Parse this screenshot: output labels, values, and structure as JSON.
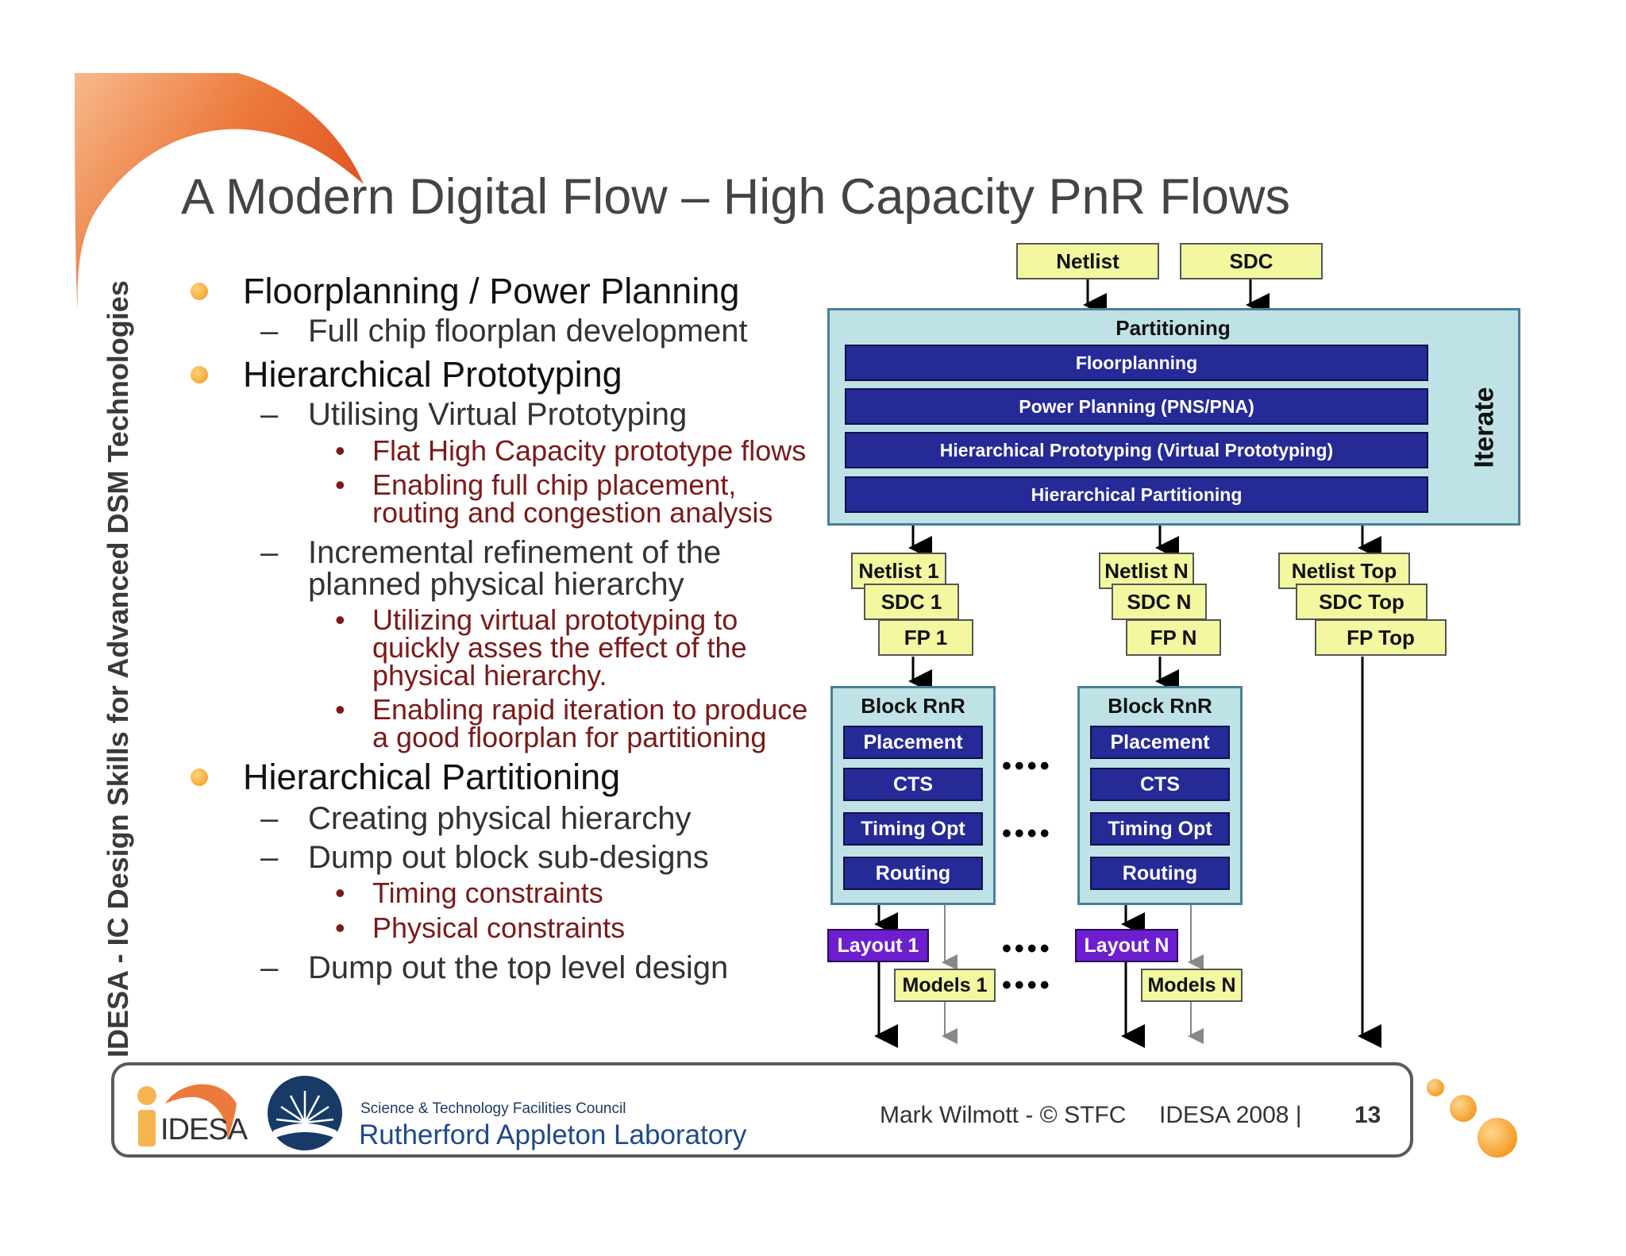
{
  "title": "A Modern Digital Flow – High Capacity PnR Flows",
  "side_banner": "IDESA - IC Design Skills for Advanced DSM Technologies",
  "outline": {
    "level1_marker": "●",
    "level2_marker": "–",
    "level3_marker": "•",
    "items": [
      {
        "level": 1,
        "lines": [
          "Floorplanning / Power Planning"
        ]
      },
      {
        "level": 2,
        "lines": [
          "Full chip floorplan development"
        ]
      },
      {
        "level": 1,
        "lines": [
          "Hierarchical Prototyping"
        ]
      },
      {
        "level": 2,
        "lines": [
          "Utilising Virtual Prototyping"
        ]
      },
      {
        "level": 3,
        "lines": [
          "Flat High Capacity prototype flows"
        ]
      },
      {
        "level": 3,
        "lines": [
          "Enabling full chip placement,",
          "routing and congestion analysis"
        ]
      },
      {
        "level": 2,
        "lines": [
          "Incremental refinement of the",
          "planned physical hierarchy"
        ]
      },
      {
        "level": 3,
        "lines": [
          "Utilizing virtual prototyping to",
          "quickly asses the effect of the",
          "physical hierarchy."
        ]
      },
      {
        "level": 3,
        "lines": [
          "Enabling rapid iteration to produce",
          "a good floorplan for partitioning"
        ]
      },
      {
        "level": 1,
        "lines": [
          "Hierarchical Partitioning"
        ]
      },
      {
        "level": 2,
        "lines": [
          "Creating physical hierarchy"
        ]
      },
      {
        "level": 2,
        "lines": [
          "Dump out block sub-designs"
        ]
      },
      {
        "level": 3,
        "lines": [
          "Timing constraints"
        ]
      },
      {
        "level": 3,
        "lines": [
          "Physical constraints"
        ]
      },
      {
        "level": 2,
        "lines": [
          "Dump out the top level design"
        ]
      }
    ]
  },
  "flow": {
    "inputs": [
      "Netlist",
      "SDC"
    ],
    "partitioning": {
      "title": "Partitioning",
      "steps": [
        "Floorplanning",
        "Power Planning (PNS/PNA)",
        "Hierarchical Prototyping (Virtual Prototyping)",
        "Hierarchical Partitioning"
      ],
      "iterate_label": "Iterate"
    },
    "stacks": [
      {
        "netlist": "Netlist 1",
        "sdc": "SDC 1",
        "fp": "FP 1"
      },
      {
        "netlist": "Netlist N",
        "sdc": "SDC N",
        "fp": "FP N"
      },
      {
        "netlist": "Netlist Top",
        "sdc": "SDC Top",
        "fp": "FP Top"
      }
    ],
    "block_rnr": [
      {
        "title": "Block RnR",
        "steps": [
          "Placement",
          "CTS",
          "Timing Opt",
          "Routing"
        ]
      },
      {
        "title": "Block RnR",
        "steps": [
          "Placement",
          "CTS",
          "Timing Opt",
          "Routing"
        ]
      }
    ],
    "ellipsis": "••••",
    "layouts": [
      "Layout 1",
      "Layout N"
    ],
    "models": [
      "Models 1",
      "Models N"
    ]
  },
  "footer": {
    "logo_text": "IDESA",
    "council": "Science & Technology Facilities Council",
    "lab": "Rutherford Appleton Laboratory",
    "author": "Mark Wilmott - © STFC",
    "event": "IDESA 2008 |",
    "page": "13"
  },
  "colors": {
    "arc_orange": "#e8622a",
    "bullet_orange": "#f39a1f",
    "yellow_box": "#f2f7a0",
    "navy_box": "#262a96",
    "purple_box": "#6d1fd0",
    "panel_teal": "#bfe2e6",
    "level3_text": "#7a1a1a"
  }
}
